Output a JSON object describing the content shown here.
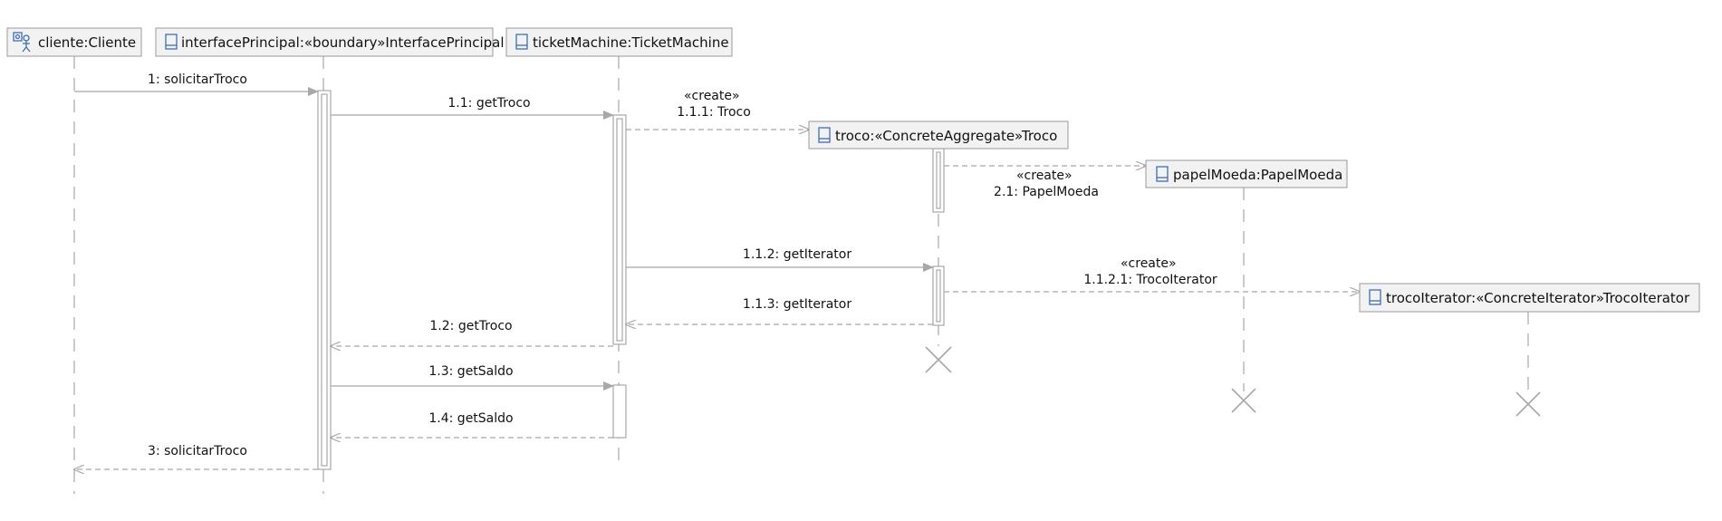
{
  "lifelines": [
    {
      "id": "cliente",
      "label": "cliente:Cliente",
      "icon": "actor-icon"
    },
    {
      "id": "interface",
      "label": "interfacePrincipal:«boundary»InterfacePrincipal",
      "icon": "class-icon"
    },
    {
      "id": "ticket",
      "label": "ticketMachine:TicketMachine",
      "icon": "class-icon"
    },
    {
      "id": "troco",
      "label": "troco:«ConcreteAggregate»Troco",
      "icon": "class-icon"
    },
    {
      "id": "papel",
      "label": "papelMoeda:PapelMoeda",
      "icon": "class-icon"
    },
    {
      "id": "iterator",
      "label": "trocoIterator:«ConcreteIterator»TrocoIterator",
      "icon": "class-icon"
    }
  ],
  "messages": [
    {
      "id": "m1",
      "lines": [
        "1: solicitarTroco"
      ]
    },
    {
      "id": "m11",
      "lines": [
        "1.1: getTroco"
      ]
    },
    {
      "id": "m111",
      "lines": [
        "«create»",
        "1.1.1: Troco"
      ]
    },
    {
      "id": "m21",
      "lines": [
        "«create»",
        "2.1: PapelMoeda"
      ]
    },
    {
      "id": "m112",
      "lines": [
        "1.1.2: getIterator"
      ]
    },
    {
      "id": "m1121",
      "lines": [
        "«create»",
        "1.1.2.1: TrocoIterator"
      ]
    },
    {
      "id": "m113",
      "lines": [
        "1.1.3: getIterator"
      ]
    },
    {
      "id": "m12",
      "lines": [
        "1.2: getTroco"
      ]
    },
    {
      "id": "m13",
      "lines": [
        "1.3: getSaldo"
      ]
    },
    {
      "id": "m14",
      "lines": [
        "1.4: getSaldo"
      ]
    },
    {
      "id": "m3",
      "lines": [
        "3: solicitarTroco"
      ]
    }
  ],
  "colors": {
    "line": "#a8a8a8",
    "box_fill": "#f2f2f2",
    "box_stroke": "#9a9a9a",
    "icon": "#3d6db8"
  }
}
